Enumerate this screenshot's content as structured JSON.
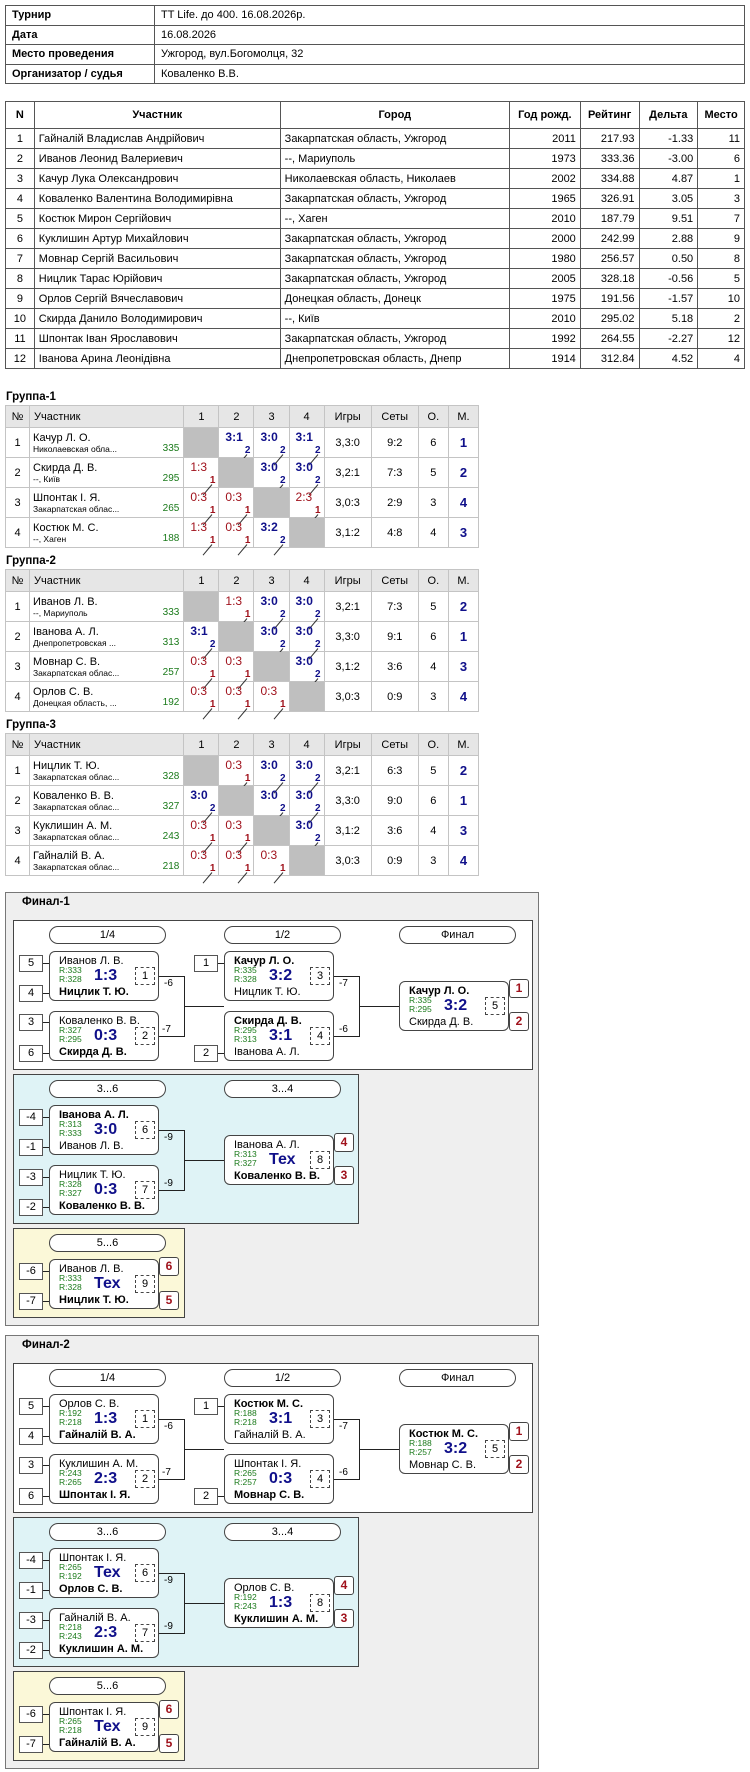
{
  "info": [
    {
      "k": "Турнир",
      "v": "TT Life. до 400. 16.08.2026р."
    },
    {
      "k": "Дата",
      "v": "16.08.2026"
    },
    {
      "k": "Место проведения",
      "v": "Ужгород, вул.Богомолця, 32"
    },
    {
      "k": "Организатор / судья",
      "v": "Коваленко В.В."
    }
  ],
  "participants": {
    "headers": [
      "N",
      "Участник",
      "Город",
      "Год рожд.",
      "Рейтинг",
      "Дельта",
      "Место"
    ],
    "rows": [
      [
        "1",
        "Гайналій Владислав Андрійович",
        "Закарпатская область, Ужгород",
        "2011",
        "217.93",
        "-1.33",
        "11"
      ],
      [
        "2",
        "Иванов Леонид Валериевич",
        "--, Мариуполь",
        "1973",
        "333.36",
        "-3.00",
        "6"
      ],
      [
        "3",
        "Качур Лука Олександрович",
        "Николаевская область, Николаев",
        "2002",
        "334.88",
        "4.87",
        "1"
      ],
      [
        "4",
        "Коваленко Валентина Володимирівна",
        "Закарпатская область, Ужгород",
        "1965",
        "326.91",
        "3.05",
        "3"
      ],
      [
        "5",
        "Костюк Мирон Сергійович",
        "--, Хаген",
        "2010",
        "187.79",
        "9.51",
        "7"
      ],
      [
        "6",
        "Куклишин Артур Михайлович",
        "Закарпатская область, Ужгород",
        "2000",
        "242.99",
        "2.88",
        "9"
      ],
      [
        "7",
        "Мовнар Сергій Васильович",
        "Закарпатская область, Ужгород",
        "1980",
        "256.57",
        "0.50",
        "8"
      ],
      [
        "8",
        "Ницлик Тарас Юрійович",
        "Закарпатская область, Ужгород",
        "2005",
        "328.18",
        "-0.56",
        "5"
      ],
      [
        "9",
        "Орлов Сергій Вячеславович",
        "Донецкая область, Донецк",
        "1975",
        "191.56",
        "-1.57",
        "10"
      ],
      [
        "10",
        "Скирда Данило Володимирович",
        "--, Київ",
        "2010",
        "295.02",
        "5.18",
        "2"
      ],
      [
        "11",
        "Шпонтак Іван Ярославович",
        "Закарпатская область, Ужгород",
        "1992",
        "264.55",
        "-2.27",
        "12"
      ],
      [
        "12",
        "Іванова Арина Леонідівна",
        "Днепропетровская область, Днепр",
        "1914",
        "312.84",
        "4.52",
        "4"
      ]
    ]
  },
  "group_headers": [
    "№",
    "Участник",
    "1",
    "2",
    "3",
    "4",
    "Игры",
    "Сеты",
    "О.",
    "М."
  ],
  "groups": [
    {
      "title": "Группа-1",
      "rows": [
        {
          "n": "1",
          "name": "Качур Л. О.",
          "city": "Николаевская обла...",
          "rating": "335",
          "cells": [
            null,
            [
              "3:1",
              "2",
              "w"
            ],
            [
              "3:0",
              "2",
              "w"
            ],
            [
              "3:1",
              "2",
              "w"
            ]
          ],
          "games": "3,3:0",
          "sets": "9:2",
          "pts": "6",
          "place": "1"
        },
        {
          "n": "2",
          "name": "Скирда Д. В.",
          "city": "--, Київ",
          "rating": "295",
          "cells": [
            [
              "1:3",
              "1",
              "l"
            ],
            null,
            [
              "3:0",
              "2",
              "w"
            ],
            [
              "3:0",
              "2",
              "w"
            ]
          ],
          "games": "3,2:1",
          "sets": "7:3",
          "pts": "5",
          "place": "2"
        },
        {
          "n": "3",
          "name": "Шпонтак І. Я.",
          "city": "Закарпатская облас...",
          "rating": "265",
          "cells": [
            [
              "0:3",
              "1",
              "l"
            ],
            [
              "0:3",
              "1",
              "l"
            ],
            null,
            [
              "2:3",
              "1",
              "l"
            ]
          ],
          "games": "3,0:3",
          "sets": "2:9",
          "pts": "3",
          "place": "4"
        },
        {
          "n": "4",
          "name": "Костюк М. С.",
          "city": "--, Хаген",
          "rating": "188",
          "cells": [
            [
              "1:3",
              "1",
              "l"
            ],
            [
              "0:3",
              "1",
              "l"
            ],
            [
              "3:2",
              "2",
              "w"
            ],
            null
          ],
          "games": "3,1:2",
          "sets": "4:8",
          "pts": "4",
          "place": "3"
        }
      ]
    },
    {
      "title": "Группа-2",
      "rows": [
        {
          "n": "1",
          "name": "Иванов Л. В.",
          "city": "--, Мариуполь",
          "rating": "333",
          "cells": [
            null,
            [
              "1:3",
              "1",
              "l"
            ],
            [
              "3:0",
              "2",
              "w"
            ],
            [
              "3:0",
              "2",
              "w"
            ]
          ],
          "games": "3,2:1",
          "sets": "7:3",
          "pts": "5",
          "place": "2"
        },
        {
          "n": "2",
          "name": "Іванова А. Л.",
          "city": "Днепропетровская ...",
          "rating": "313",
          "cells": [
            [
              "3:1",
              "2",
              "w"
            ],
            null,
            [
              "3:0",
              "2",
              "w"
            ],
            [
              "3:0",
              "2",
              "w"
            ]
          ],
          "games": "3,3:0",
          "sets": "9:1",
          "pts": "6",
          "place": "1"
        },
        {
          "n": "3",
          "name": "Мовнар С. В.",
          "city": "Закарпатская облас...",
          "rating": "257",
          "cells": [
            [
              "0:3",
              "1",
              "l"
            ],
            [
              "0:3",
              "1",
              "l"
            ],
            null,
            [
              "3:0",
              "2",
              "w"
            ]
          ],
          "games": "3,1:2",
          "sets": "3:6",
          "pts": "4",
          "place": "3"
        },
        {
          "n": "4",
          "name": "Орлов С. В.",
          "city": "Донецкая область, ...",
          "rating": "192",
          "cells": [
            [
              "0:3",
              "1",
              "l"
            ],
            [
              "0:3",
              "1",
              "l"
            ],
            [
              "0:3",
              "1",
              "l"
            ],
            null
          ],
          "games": "3,0:3",
          "sets": "0:9",
          "pts": "3",
          "place": "4"
        }
      ]
    },
    {
      "title": "Группа-3",
      "rows": [
        {
          "n": "1",
          "name": "Ницлик Т. Ю.",
          "city": "Закарпатская облас...",
          "rating": "328",
          "cells": [
            null,
            [
              "0:3",
              "1",
              "l"
            ],
            [
              "3:0",
              "2",
              "w"
            ],
            [
              "3:0",
              "2",
              "w"
            ]
          ],
          "games": "3,2:1",
          "sets": "6:3",
          "pts": "5",
          "place": "2"
        },
        {
          "n": "2",
          "name": "Коваленко В. В.",
          "city": "Закарпатская облас...",
          "rating": "327",
          "cells": [
            [
              "3:0",
              "2",
              "w"
            ],
            null,
            [
              "3:0",
              "2",
              "w"
            ],
            [
              "3:0",
              "2",
              "w"
            ]
          ],
          "games": "3,3:0",
          "sets": "9:0",
          "pts": "6",
          "place": "1"
        },
        {
          "n": "3",
          "name": "Куклишин А. М.",
          "city": "Закарпатская облас...",
          "rating": "243",
          "cells": [
            [
              "0:3",
              "1",
              "l"
            ],
            [
              "0:3",
              "1",
              "l"
            ],
            null,
            [
              "3:0",
              "2",
              "w"
            ]
          ],
          "games": "3,1:2",
          "sets": "3:6",
          "pts": "4",
          "place": "3"
        },
        {
          "n": "4",
          "name": "Гайналій В. А.",
          "city": "Закарпатская облас...",
          "rating": "218",
          "cells": [
            [
              "0:3",
              "1",
              "l"
            ],
            [
              "0:3",
              "1",
              "l"
            ],
            [
              "0:3",
              "1",
              "l"
            ],
            null
          ],
          "games": "3,0:3",
          "sets": "0:9",
          "pts": "3",
          "place": "4"
        }
      ]
    }
  ],
  "finals": [
    {
      "title": "Финал-1",
      "rounds": {
        "r14": "1/4",
        "r12": "1/2",
        "fin": "Финал",
        "r36": "3...6",
        "r34": "3...4",
        "r56": "5...6"
      },
      "seeds": {
        "a": "5",
        "b": "4",
        "c": "3",
        "d": "6",
        "e": "1",
        "f": "2",
        "g": "-4",
        "h": "-1",
        "i": "-3",
        "j": "-2",
        "k": "-6",
        "l": "-7"
      },
      "links": {
        "m1": "-6",
        "m2": "-7",
        "m3": "-7",
        "m4": "-6",
        "m6": "-9",
        "m7": "-9"
      },
      "matches": {
        "m1": {
          "p1": "Иванов Л. В.",
          "r1": "R:333",
          "r2": "R:328",
          "p2": "Ницлик Т. Ю.",
          "res": "1:3",
          "num": "1",
          "w": 2
        },
        "m2": {
          "p1": "Коваленко В. В.",
          "r1": "R:327",
          "r2": "R:295",
          "p2": "Скирда Д. В.",
          "res": "0:3",
          "num": "2",
          "w": 2
        },
        "m3": {
          "p1": "Качур Л. О.",
          "r1": "R:335",
          "r2": "R:328",
          "p2": "Ницлик Т. Ю.",
          "res": "3:2",
          "num": "3",
          "w": 1
        },
        "m4": {
          "p1": "Скирда Д. В.",
          "r1": "R:295",
          "r2": "R:313",
          "p2": "Іванова А. Л.",
          "res": "3:1",
          "num": "4",
          "w": 1
        },
        "m5": {
          "p1": "Качур Л. О.",
          "r1": "R:335",
          "r2": "R:295",
          "p2": "Скирда Д. В.",
          "res": "3:2",
          "num": "5",
          "w": 1
        },
        "m6": {
          "p1": "Іванова А. Л.",
          "r1": "R:313",
          "r2": "R:333",
          "p2": "Иванов Л. В.",
          "res": "3:0",
          "num": "6",
          "w": 1
        },
        "m7": {
          "p1": "Ницлик Т. Ю.",
          "r1": "R:328",
          "r2": "R:327",
          "p2": "Коваленко В. В.",
          "res": "0:3",
          "num": "7",
          "w": 2
        },
        "m8": {
          "p1": "Іванова А. Л.",
          "r1": "R:313",
          "r2": "R:327",
          "p2": "Коваленко В. В.",
          "res": "Тех",
          "num": "8",
          "w": 2
        },
        "m9": {
          "p1": "Иванов Л. В.",
          "r1": "R:333",
          "r2": "R:328",
          "p2": "Ницлик Т. Ю.",
          "res": "Тех",
          "num": "9",
          "w": 2
        }
      },
      "places": {
        "m5a": "1",
        "m5b": "2",
        "m8a": "4",
        "m8b": "3",
        "m9a": "6",
        "m9b": "5"
      }
    },
    {
      "title": "Финал-2",
      "rounds": {
        "r14": "1/4",
        "r12": "1/2",
        "fin": "Финал",
        "r36": "3...6",
        "r34": "3...4",
        "r56": "5...6"
      },
      "seeds": {
        "a": "5",
        "b": "4",
        "c": "3",
        "d": "6",
        "e": "1",
        "f": "2",
        "g": "-4",
        "h": "-1",
        "i": "-3",
        "j": "-2",
        "k": "-6",
        "l": "-7"
      },
      "links": {
        "m1": "-6",
        "m2": "-7",
        "m3": "-7",
        "m4": "-6",
        "m6": "-9",
        "m7": "-9"
      },
      "matches": {
        "m1": {
          "p1": "Орлов С. В.",
          "r1": "R:192",
          "r2": "R:218",
          "p2": "Гайналій В. А.",
          "res": "1:3",
          "num": "1",
          "w": 2
        },
        "m2": {
          "p1": "Куклишин А. М.",
          "r1": "R:243",
          "r2": "R:265",
          "p2": "Шпонтак І. Я.",
          "res": "2:3",
          "num": "2",
          "w": 2
        },
        "m3": {
          "p1": "Костюк М. С.",
          "r1": "R:188",
          "r2": "R:218",
          "p2": "Гайналій В. А.",
          "res": "3:1",
          "num": "3",
          "w": 1
        },
        "m4": {
          "p1": "Шпонтак І. Я.",
          "r1": "R:265",
          "r2": "R:257",
          "p2": "Мовнар С. В.",
          "res": "0:3",
          "num": "4",
          "w": 2
        },
        "m5": {
          "p1": "Костюк М. С.",
          "r1": "R:188",
          "r2": "R:257",
          "p2": "Мовнар С. В.",
          "res": "3:2",
          "num": "5",
          "w": 1
        },
        "m6": {
          "p1": "Шпонтак І. Я.",
          "r1": "R:265",
          "r2": "R:192",
          "p2": "Орлов С. В.",
          "res": "Тех",
          "num": "6",
          "w": 2
        },
        "m7": {
          "p1": "Гайналій В. А.",
          "r1": "R:218",
          "r2": "R:243",
          "p2": "Куклишин А. М.",
          "res": "2:3",
          "num": "7",
          "w": 2
        },
        "m8": {
          "p1": "Орлов С. В.",
          "r1": "R:192",
          "r2": "R:243",
          "p2": "Куклишин А. М.",
          "res": "1:3",
          "num": "8",
          "w": 2
        },
        "m9": {
          "p1": "Шпонтак І. Я.",
          "r1": "R:265",
          "r2": "R:218",
          "p2": "Гайналій В. А.",
          "res": "Тех",
          "num": "9",
          "w": 2
        }
      },
      "places": {
        "m5a": "1",
        "m5b": "2",
        "m8a": "4",
        "m8b": "3",
        "m9a": "6",
        "m9b": "5"
      }
    }
  ],
  "colors": {
    "win": "#10108a",
    "lose": "#a0121c",
    "rating": "#1a7a1a",
    "blue_panel": "#dff3f6",
    "yellow_panel": "#fbf8d8"
  }
}
